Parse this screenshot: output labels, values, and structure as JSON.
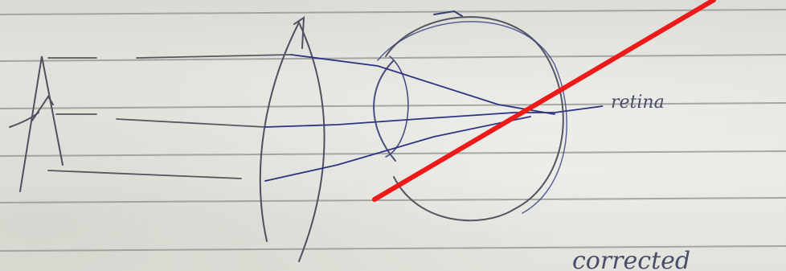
{
  "photo": {
    "subject": "handwritten ray diagram on ruled notebook paper",
    "labels": {
      "retina": "retina",
      "corrected": "corrected"
    },
    "colors": {
      "paper": "#e6e7e1",
      "rule_lines": "#8f928c",
      "pencil": "#5a5a66",
      "ink": "#2b2f7a",
      "red_strike": "#ee1a1a"
    }
  }
}
